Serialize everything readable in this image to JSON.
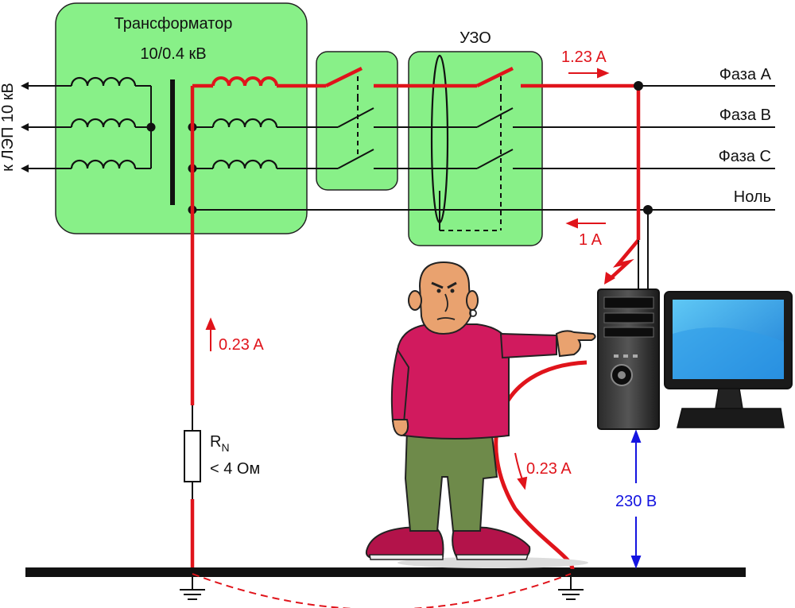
{
  "transformer": {
    "title": "Трансформатор",
    "rating": "10/0.4 кВ"
  },
  "hv_line_label": "к ЛЭП 10 кВ",
  "rcd_label": "УЗО",
  "lines": {
    "phase_a": "Фаза A",
    "phase_b": "Фаза B",
    "phase_c": "Фаза C",
    "neutral": "Ноль"
  },
  "currents": {
    "phase_current": "1.23 A",
    "neutral_current": "1 A",
    "ground_current": "0.23 A",
    "body_current": "0.23 A"
  },
  "resistor": {
    "name": "R",
    "subscript": "N",
    "value": "< 4 Ом"
  },
  "voltage": "230 В",
  "colors": {
    "box_fill": "#88f088",
    "fault_path": "#e0141b",
    "voltage_arrow": "#1414e0",
    "shirt": "#d11a5e",
    "pants": "#6e8a4a"
  }
}
